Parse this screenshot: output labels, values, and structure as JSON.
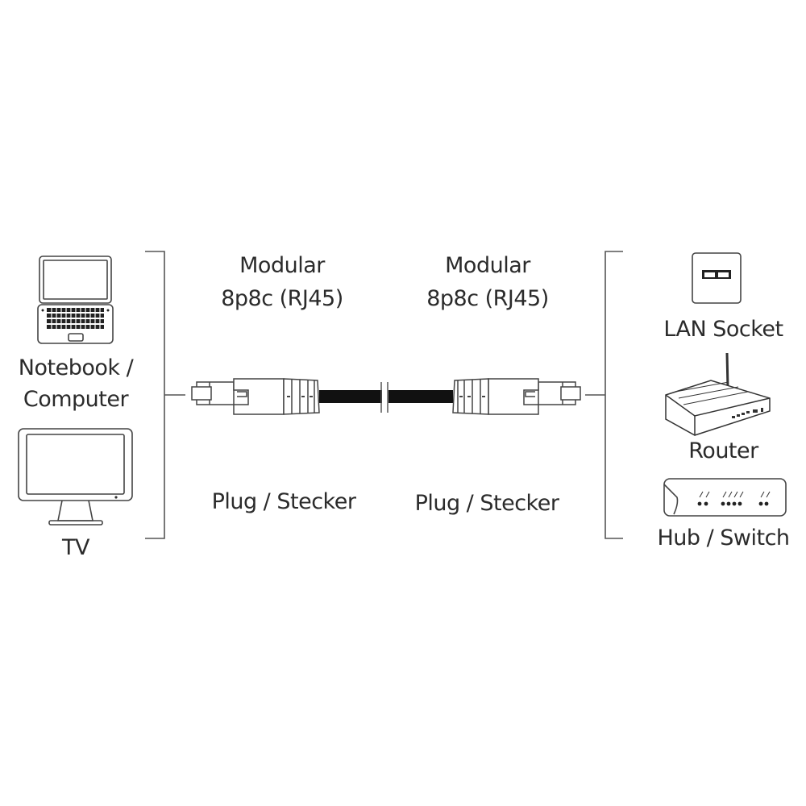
{
  "left_devices": {
    "notebook_label_line1": "Notebook /",
    "notebook_label_line2": "Computer",
    "tv_label": "TV"
  },
  "connector_left": {
    "type_line1": "Modular",
    "type_line2": "8p8c (RJ45)",
    "plug_label": "Plug / Stecker"
  },
  "connector_right": {
    "type_line1": "Modular",
    "type_line2": "8p8c (RJ45)",
    "plug_label": "Plug / Stecker"
  },
  "right_devices": {
    "lan_socket_label": "LAN Socket",
    "router_label": "Router",
    "hub_switch_label": "Hub / Switch"
  },
  "colors": {
    "line": "#555555",
    "cable": "#111111",
    "text": "#2b2b2b"
  }
}
